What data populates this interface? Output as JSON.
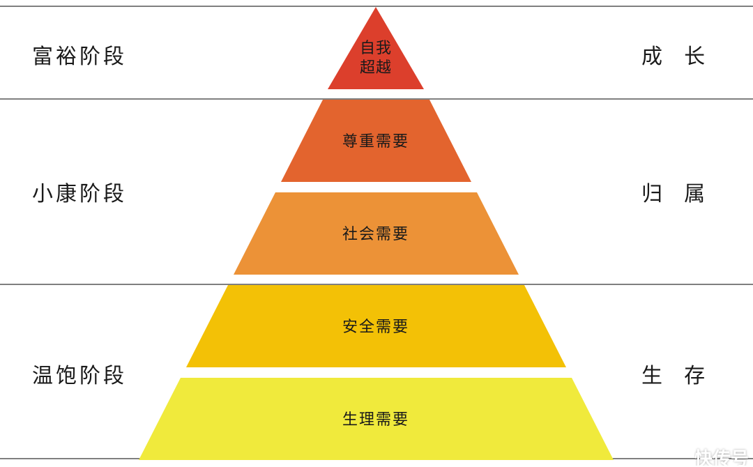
{
  "stages": [
    {
      "label": "富裕阶段",
      "right_label": "成  长"
    },
    {
      "label": "小康阶段",
      "right_label": "归  属"
    },
    {
      "label": "温饱阶段",
      "right_label": "生  存"
    }
  ],
  "levels": [
    {
      "lines": [
        "自我",
        "超越"
      ],
      "color": "#DC3F2C"
    },
    {
      "lines": [
        "尊重需要"
      ],
      "color": "#E3642E"
    },
    {
      "lines": [
        "社会需要"
      ],
      "color": "#EC9237"
    },
    {
      "lines": [
        "安全需要"
      ],
      "color": "#F3C106"
    },
    {
      "lines": [
        "生理需要"
      ],
      "color": "#F0EA3C"
    }
  ],
  "watermark": "快传号"
}
